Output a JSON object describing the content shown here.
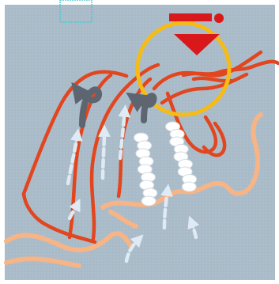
{
  "diagram": {
    "colors": {
      "frame": "#ffffff",
      "background": "#aabcc9",
      "red_line": "#e2461f",
      "peach_line": "#f6b487",
      "curl_arrow": "#5d6570",
      "flow_arrow": "#dfeaf4",
      "highlight_circle": "#f6bb14",
      "marker_red": "#d8181a",
      "bead": "#ffffff",
      "inset_box": "#4fc9d3"
    },
    "icons": {
      "curl_arrow": "curl-arrow-icon",
      "flow_arrow": "up-arrow-icon",
      "marker": "red-triangle-marker-icon"
    },
    "bead_chains": [
      {
        "id": "left",
        "count": 9
      },
      {
        "id": "right",
        "count": 9
      }
    ]
  }
}
